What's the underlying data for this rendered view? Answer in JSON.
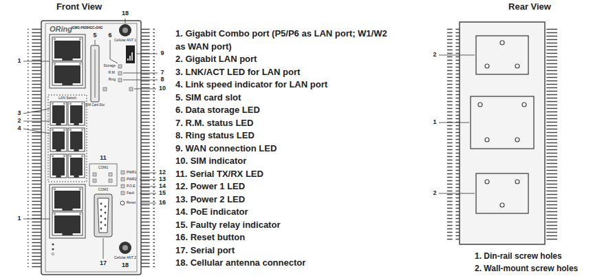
{
  "diagram": {
    "labels": [
      "Front View",
      "Rear View",
      "1. Gigabit Combo port (P5/P6 as LAN port; W1/W2 as WAN port)",
      "2. Gigabit LAN port",
      "3. LNK/ACT LED for LAN port",
      "4. Link speed indicator for LAN port",
      "5. SIM card slot",
      "6. Data storage LED",
      "7. R.M. status LED",
      "8. Ring status LED",
      "9. WAN connection LED",
      "10. SIM indicator",
      "11. Serial TX/RX LED",
      "12. Power 1 LED",
      "13. Power 2 LED",
      "14. PoE indicator",
      "15. Faulty relay indicator",
      "16. Reset button",
      "17. Serial port",
      "18. Cellular antenna connector",
      "1. Din-rail screw holes",
      "2. Wall-mount screw holes",
      "5",
      "6",
      "18",
      "1",
      "3",
      "2",
      "4",
      "9",
      "7",
      "8",
      "10",
      "11",
      "12",
      "13",
      "14",
      "15",
      "16",
      "1",
      "17",
      "18",
      "2",
      "1",
      "2",
      "ORing",
      "IGMG-P6284GC+D4G",
      "SIM Card Slot",
      "Storage",
      "Cellular ANT 1",
      "R.M.",
      "Ring",
      "LAN Switch",
      "COM1",
      "COM2",
      "PWR1",
      "PWR2",
      "P.O.E",
      "Fault",
      "Reset",
      "Cellular ANT 2"
    ]
  }
}
